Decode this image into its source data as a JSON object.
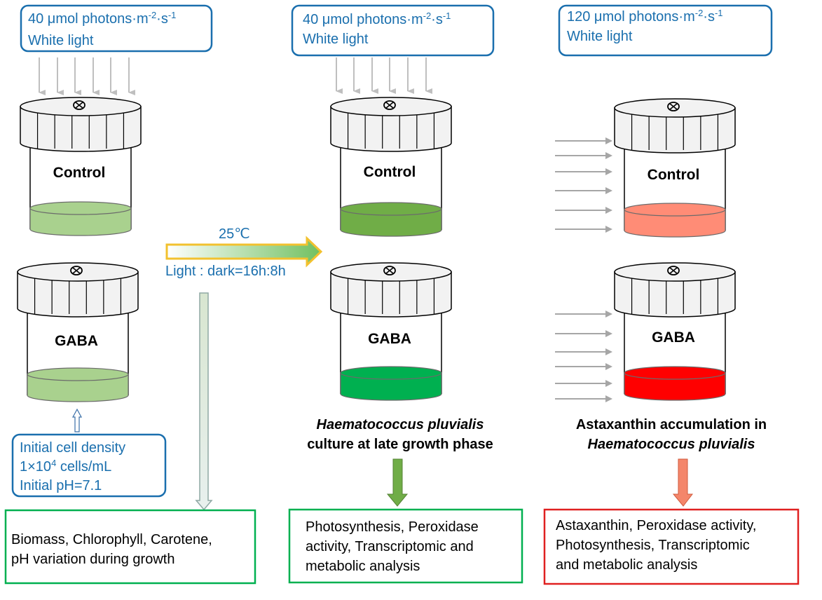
{
  "light_boxes": [
    {
      "line1": "40 μmol photons·m",
      "exp1": "-2",
      "mid": "·s",
      "exp2": "-1",
      "line2": "White light"
    },
    {
      "line1": "40 μmol photons·m",
      "exp1": "-2",
      "mid": "·s",
      "exp2": "-1",
      "line2": "White light"
    },
    {
      "line1": "120 μmol photons·m",
      "exp1": "-2",
      "mid": "·s",
      "exp2": "-1",
      "line2": "White light"
    }
  ],
  "jar_labels": {
    "control": "Control",
    "gaba": "GABA"
  },
  "condition": {
    "temperature": "25℃",
    "photoperiod": "Light : dark=16h:8h"
  },
  "initial_box": {
    "line1": "Initial cell density",
    "line2_pre": "1×10",
    "line2_exp": "4",
    "line2_post": " cells/mL",
    "line3": "Initial pH=7.1"
  },
  "captions": {
    "middle_line1": "Haematococcus pluvialis",
    "middle_line2": "culture at late growth phase",
    "right_line1": "Astaxanthin accumulation in",
    "right_line2": "Haematococcus pluvialis"
  },
  "outputs": {
    "left": [
      "Biomass, Chlorophyll, Carotene,",
      "pH variation during growth"
    ],
    "middle": [
      "Photosynthesis, Peroxidase",
      "activity, Transcriptomic and",
      "metabolic analysis"
    ],
    "right": [
      "Astaxanthin, Peroxidase activity,",
      "Photosynthesis, Transcriptomic",
      "and metabolic analysis"
    ]
  },
  "colors": {
    "blue_text": "#1a6fae",
    "light_green": "#a9d18e",
    "mid_green": "#70ad47",
    "bright_green": "#00b050",
    "salmon": "#ff8c76",
    "red": "#ff0000",
    "green_border": "#00b050",
    "red_border": "#e02020"
  }
}
